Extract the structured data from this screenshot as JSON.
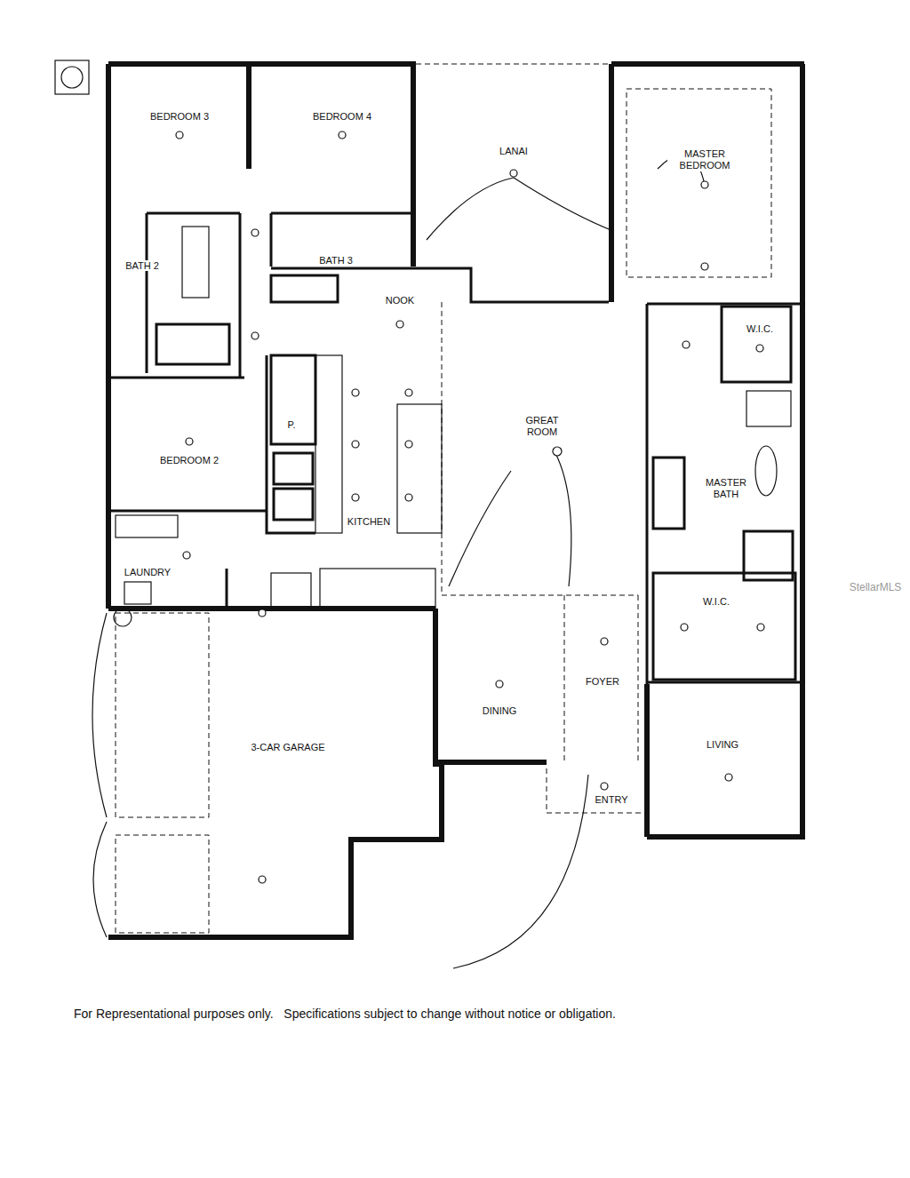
{
  "diagram": {
    "caption": "For Representational purposes only.   Specifications subject to change without notice or obligation.",
    "labels": [
      "BEDROOM 3",
      "BEDROOM 4",
      "LANAI",
      "MASTER BEDROOM",
      "BATH 2",
      "BATH 3",
      "NOOK",
      "W.I.C.",
      "GREAT ROOM",
      "MASTER BATH",
      "KITCHEN",
      "P.",
      "BEDROOM 2",
      "LAUNDRY",
      "W.I.C.",
      "FOYER",
      "DINING",
      "LIVING",
      "3-CAR GARAGE",
      "ENTRY",
      "StellarMLS"
    ]
  }
}
